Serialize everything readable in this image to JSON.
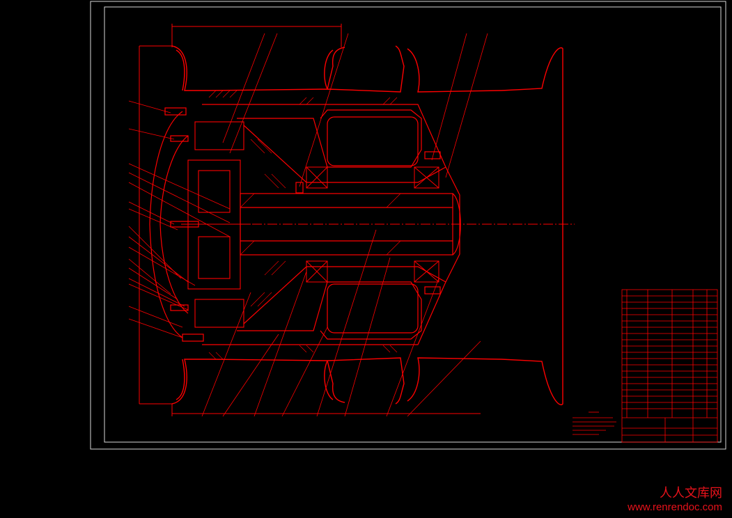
{
  "drawing": {
    "title": "Cross-section assembly drawing of a wheel hub reducer (red CAD lines on black)",
    "line_color": "#ff0000",
    "background": "#000000"
  },
  "watermark": {
    "cn_text": "人人文库网",
    "url": "www.renrendoc.com",
    "color": "#e8121b"
  }
}
